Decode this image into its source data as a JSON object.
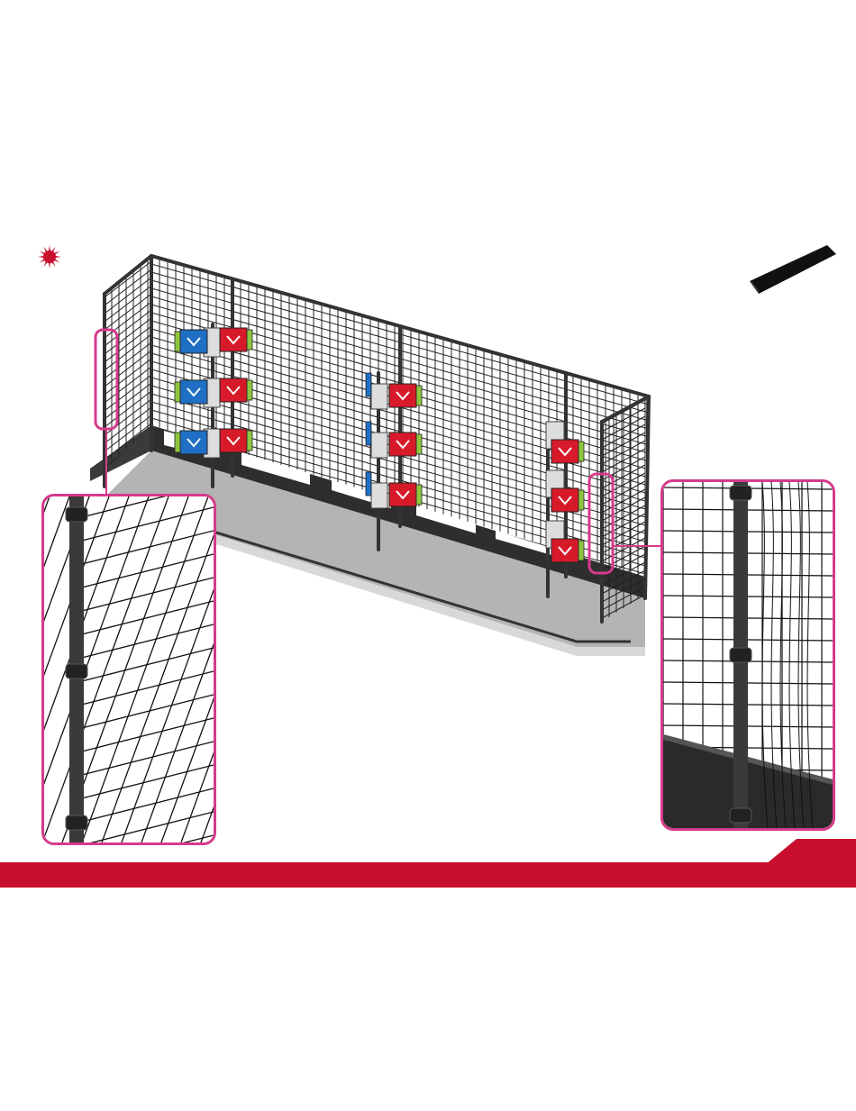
{
  "page": {
    "type": "assembly-instruction-step",
    "colors": {
      "brand_red": "#c8102e",
      "callout_magenta": "#d63a8c",
      "frame_dark": "#3a3a3a",
      "floor_grey": "#b4b4b4",
      "target_blue": "#1f6fc4",
      "target_red": "#d71a2a",
      "target_green": "#8cc63f"
    }
  },
  "icons": {
    "note": "star-burst-icon",
    "part": "black-strip-part-icon"
  },
  "callouts": [
    {
      "id": "left",
      "shows": "net-clip-attachment-left-post"
    },
    {
      "id": "right",
      "shows": "net-clip-attachment-right-post"
    }
  ]
}
